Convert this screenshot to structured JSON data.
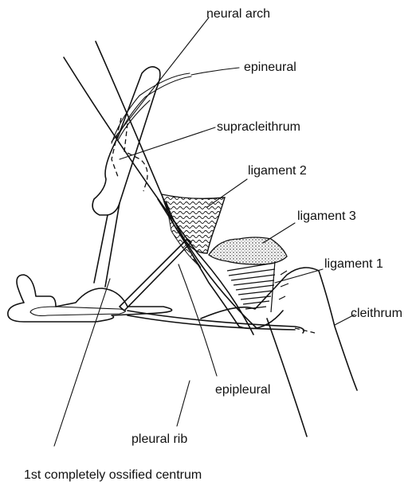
{
  "labels": {
    "neural_arch": "neural arch",
    "epineural": "epineural",
    "supracleithrum": "supracleithrum",
    "ligament_2": "ligament 2",
    "ligament_3": "ligament 3",
    "ligament_1": "ligament 1",
    "cleithrum": "cleithrum",
    "epipleural": "epipleural",
    "pleural_rib": "pleural rib",
    "first_centrum": "1st completely ossified centrum"
  }
}
